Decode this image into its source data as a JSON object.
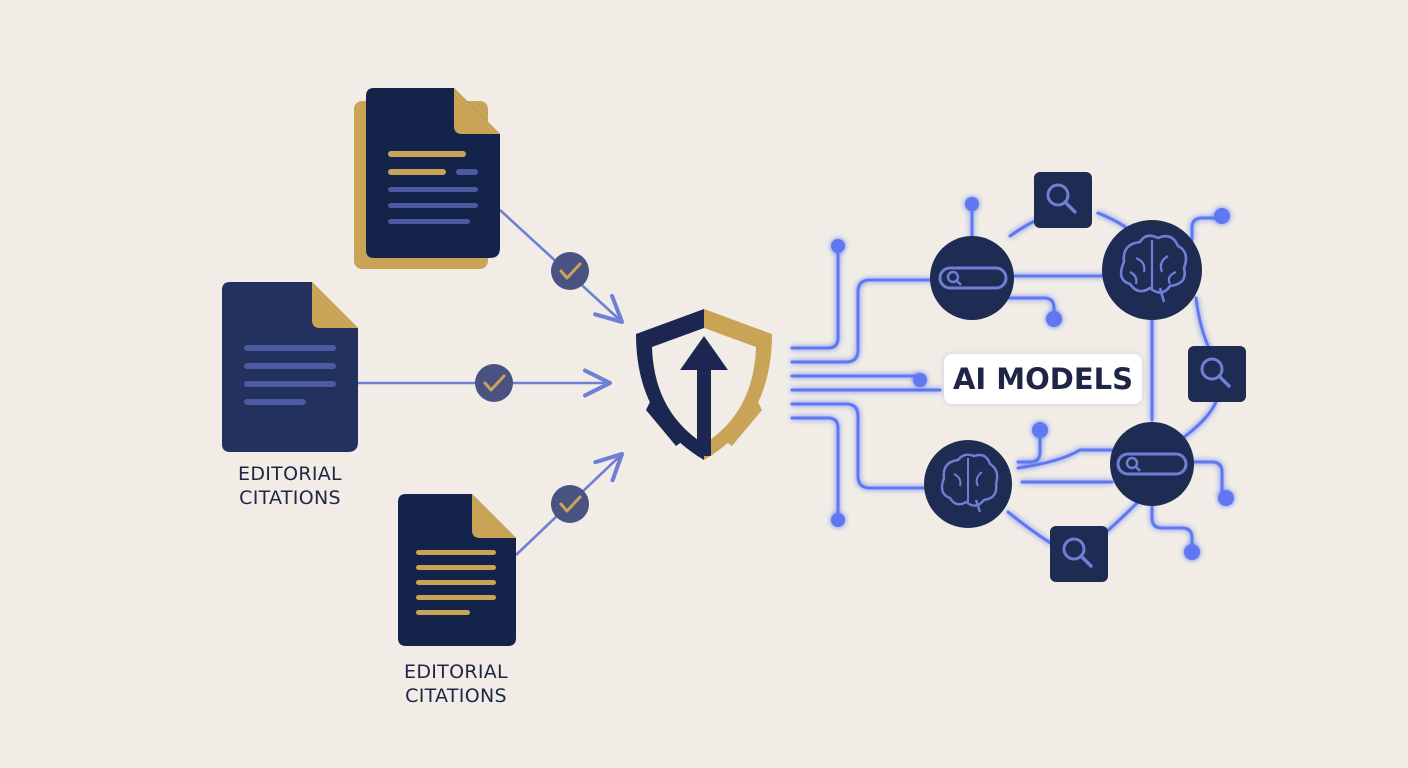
{
  "labels": {
    "citations_line1": "EDITORIAL",
    "citations_line2": "CITATIONS",
    "citations2_line1": "EDITORIAL",
    "citations2_line2": "CITATIONS",
    "ai_models": "AI MODELS"
  },
  "colors": {
    "background": "#f1ede6",
    "navy": "#1e2b52",
    "gold": "#c9a456",
    "line_blue": "#6f7fd6",
    "glow_blue": "#5e78f2",
    "check_circle": "#4a5281"
  },
  "icons": {
    "documents": "document-icon",
    "checks": "checkmark-icon",
    "shield": "shield-arrow-icon",
    "brain": "brain-icon",
    "search": "search-icon",
    "search_bar": "search-bar-icon"
  }
}
